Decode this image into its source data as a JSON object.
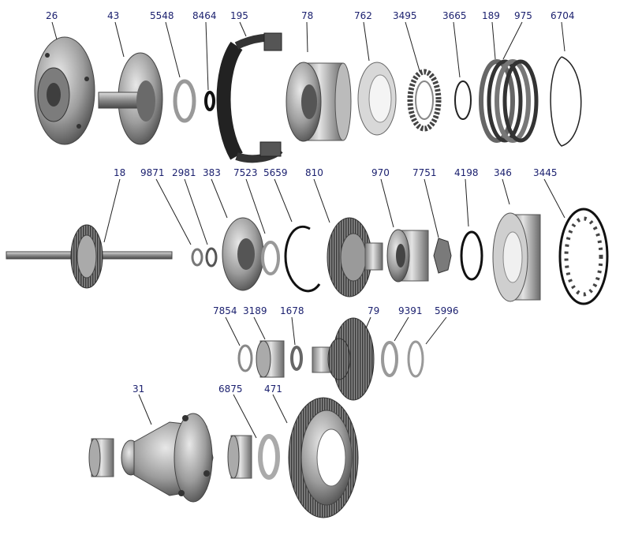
{
  "parts": {
    "p26": "26",
    "p43": "43",
    "p5548": "5548",
    "p8464": "8464",
    "p195": "195",
    "p78": "78",
    "p762": "762",
    "p3495": "3495",
    "p3665": "3665",
    "p189": "189",
    "p975": "975",
    "p6704": "6704",
    "p18": "18",
    "p9871": "9871",
    "p2981": "2981",
    "p383": "383",
    "p7523": "7523",
    "p5659": "5659",
    "p810": "810",
    "p970": "970",
    "p7751": "7751",
    "p4198": "4198",
    "p346": "346",
    "p3445": "3445",
    "p7854": "7854",
    "p3189": "3189",
    "p1678": "1678",
    "p79": "79",
    "p9391": "9391",
    "p5996": "5996",
    "p31": "31",
    "p6875": "6875",
    "p471": "471"
  },
  "colors": {
    "label": "#1a1f6e",
    "metal_dark": "#555555",
    "metal_mid": "#9a9a9a",
    "metal_light": "#d0d0d0"
  }
}
